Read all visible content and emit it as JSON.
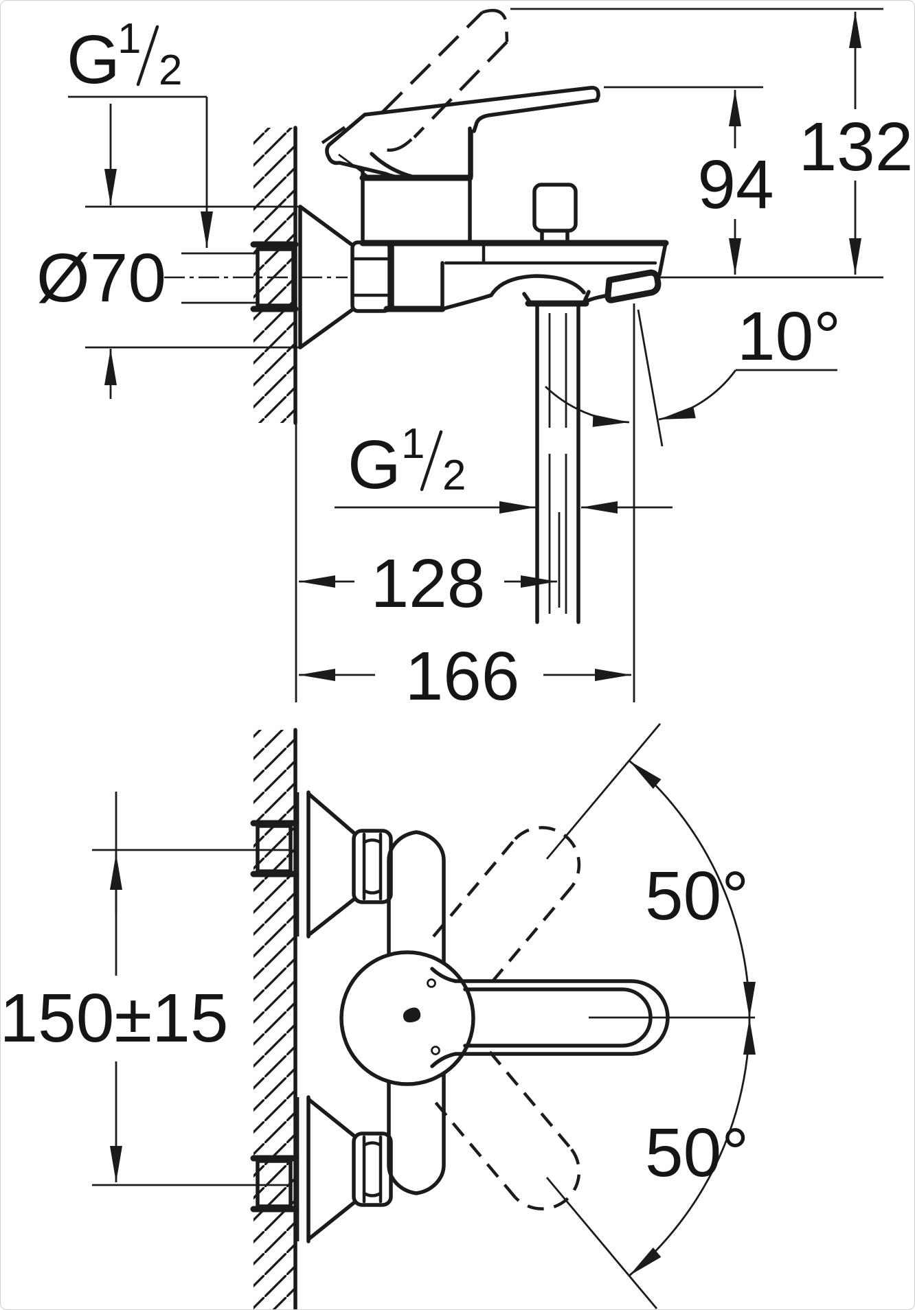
{
  "drawing": {
    "title": "bath-shower-mixer-dimension-drawing",
    "colors": {
      "line": "#1b1b1b",
      "background": "#ffffff"
    },
    "top_view": {
      "wall_thread_label": {
        "prefix": "G",
        "numerator": "1",
        "denominator": "2"
      },
      "flange_diameter": "Ø70",
      "height_axis_to_lever": "94",
      "height_axis_to_lever_raised": "132",
      "spout_angle": "10°",
      "shower_outlet_thread_label": {
        "prefix": "G",
        "numerator": "1",
        "denominator": "2"
      },
      "wall_to_shower_outlet": "128",
      "wall_to_spout_tip": "166"
    },
    "front_view": {
      "inlet_center_distance": "150±15",
      "lever_swing_up": "50°",
      "lever_swing_down": "50°"
    }
  }
}
